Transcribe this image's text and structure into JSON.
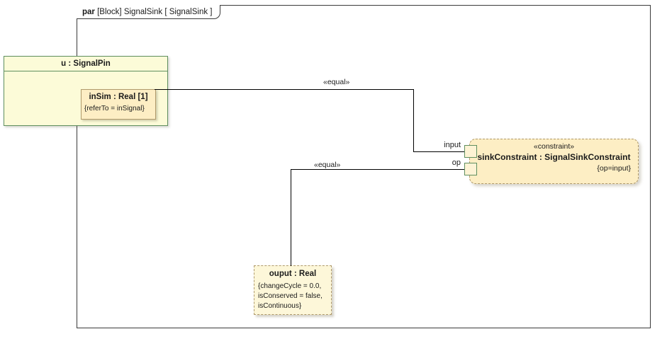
{
  "diagram": {
    "kind": "sysml-parametric-diagram",
    "frame": {
      "keyword": "par",
      "element_type": "[Block]",
      "element_name": "SignalSink",
      "diagram_name": "[ SignalSink ]"
    }
  },
  "part_block": {
    "title": "u : SignalPin",
    "value_property": {
      "title": "inSim : Real [1]",
      "constraints": "{referTo = inSignal}"
    }
  },
  "constraint_block": {
    "stereotype": "«constraint»",
    "name": "sinkConstraint : SignalSinkConstraint",
    "expression": "{op=input}",
    "ports": [
      {
        "name": "input",
        "id": "input-port"
      },
      {
        "name": "op",
        "id": "op-port"
      }
    ]
  },
  "output_block": {
    "title": "ouput : Real",
    "constraint_line_1": "{changeCycle = 0.0,",
    "constraint_line_2": "isConserved = false,",
    "constraint_line_3": "isContinuous}"
  },
  "connectors": [
    {
      "id": "connector-insim-input",
      "label": "«equal»",
      "from": "inSim : Real [1]",
      "to": "input"
    },
    {
      "id": "connector-op-ouput",
      "label": "«equal»",
      "from": "op",
      "to": "ouput : Real"
    }
  ],
  "connector_labels": {
    "equal_top": "«equal»",
    "equal_bottom": "«equal»"
  },
  "colors": {
    "frame_border": "#3a3a3a",
    "part_fill": "#fcfbd8",
    "part_border": "#5f8f5f",
    "value_fill": "#fdeec4",
    "value_border": "#b09a6b",
    "output_fill": "#fdf7d9",
    "port_fill": "#fdf3d4",
    "port_border": "#5f8f5f",
    "connector": "#000000",
    "text": "#1b1b1b",
    "canvas": "#ffffff"
  }
}
